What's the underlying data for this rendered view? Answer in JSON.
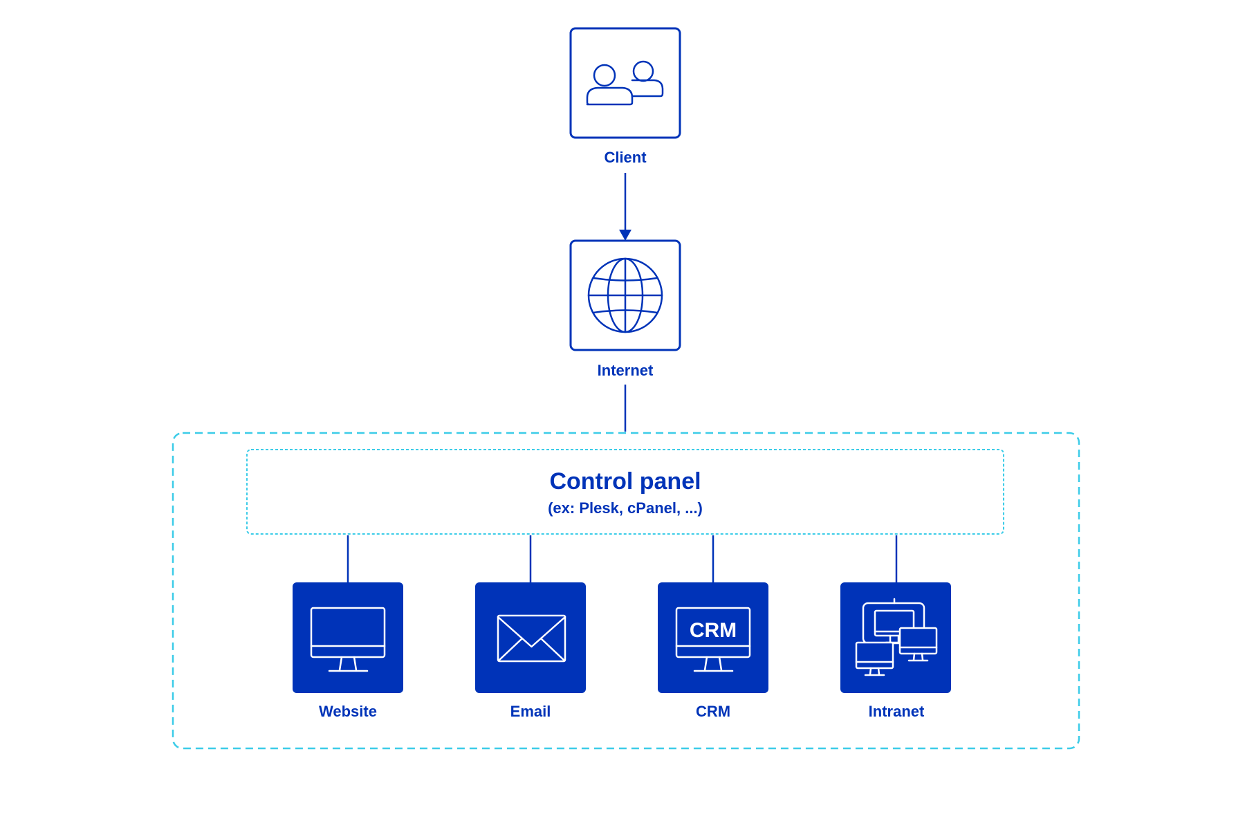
{
  "diagram": {
    "nodes": {
      "client": {
        "label": "Client",
        "icon": "users-icon"
      },
      "internet": {
        "label": "Internet",
        "icon": "globe-icon"
      }
    },
    "panel": {
      "title": "Control panel",
      "subtitle": "(ex: Plesk, cPanel, ...)"
    },
    "services": [
      {
        "label": "Website",
        "icon": "monitor-icon"
      },
      {
        "label": "Email",
        "icon": "envelope-icon"
      },
      {
        "label": "CRM",
        "icon": "crm-monitor-icon",
        "screen_text": "CRM"
      },
      {
        "label": "Intranet",
        "icon": "network-computers-icon"
      }
    ],
    "edges": [
      {
        "from": "Client",
        "to": "Internet",
        "arrow": true
      },
      {
        "from": "Internet",
        "to": "Control panel",
        "arrow": false
      },
      {
        "from": "Control panel",
        "to": "Website",
        "arrow": false
      },
      {
        "from": "Control panel",
        "to": "Email",
        "arrow": false
      },
      {
        "from": "Control panel",
        "to": "CRM",
        "arrow": false
      },
      {
        "from": "Control panel",
        "to": "Intranet",
        "arrow": false
      }
    ],
    "colors": {
      "primary": "#0033b8",
      "dashed_border": "#3ccce8",
      "icon_on_fill": "#ffffff",
      "background": "#ffffff"
    }
  }
}
